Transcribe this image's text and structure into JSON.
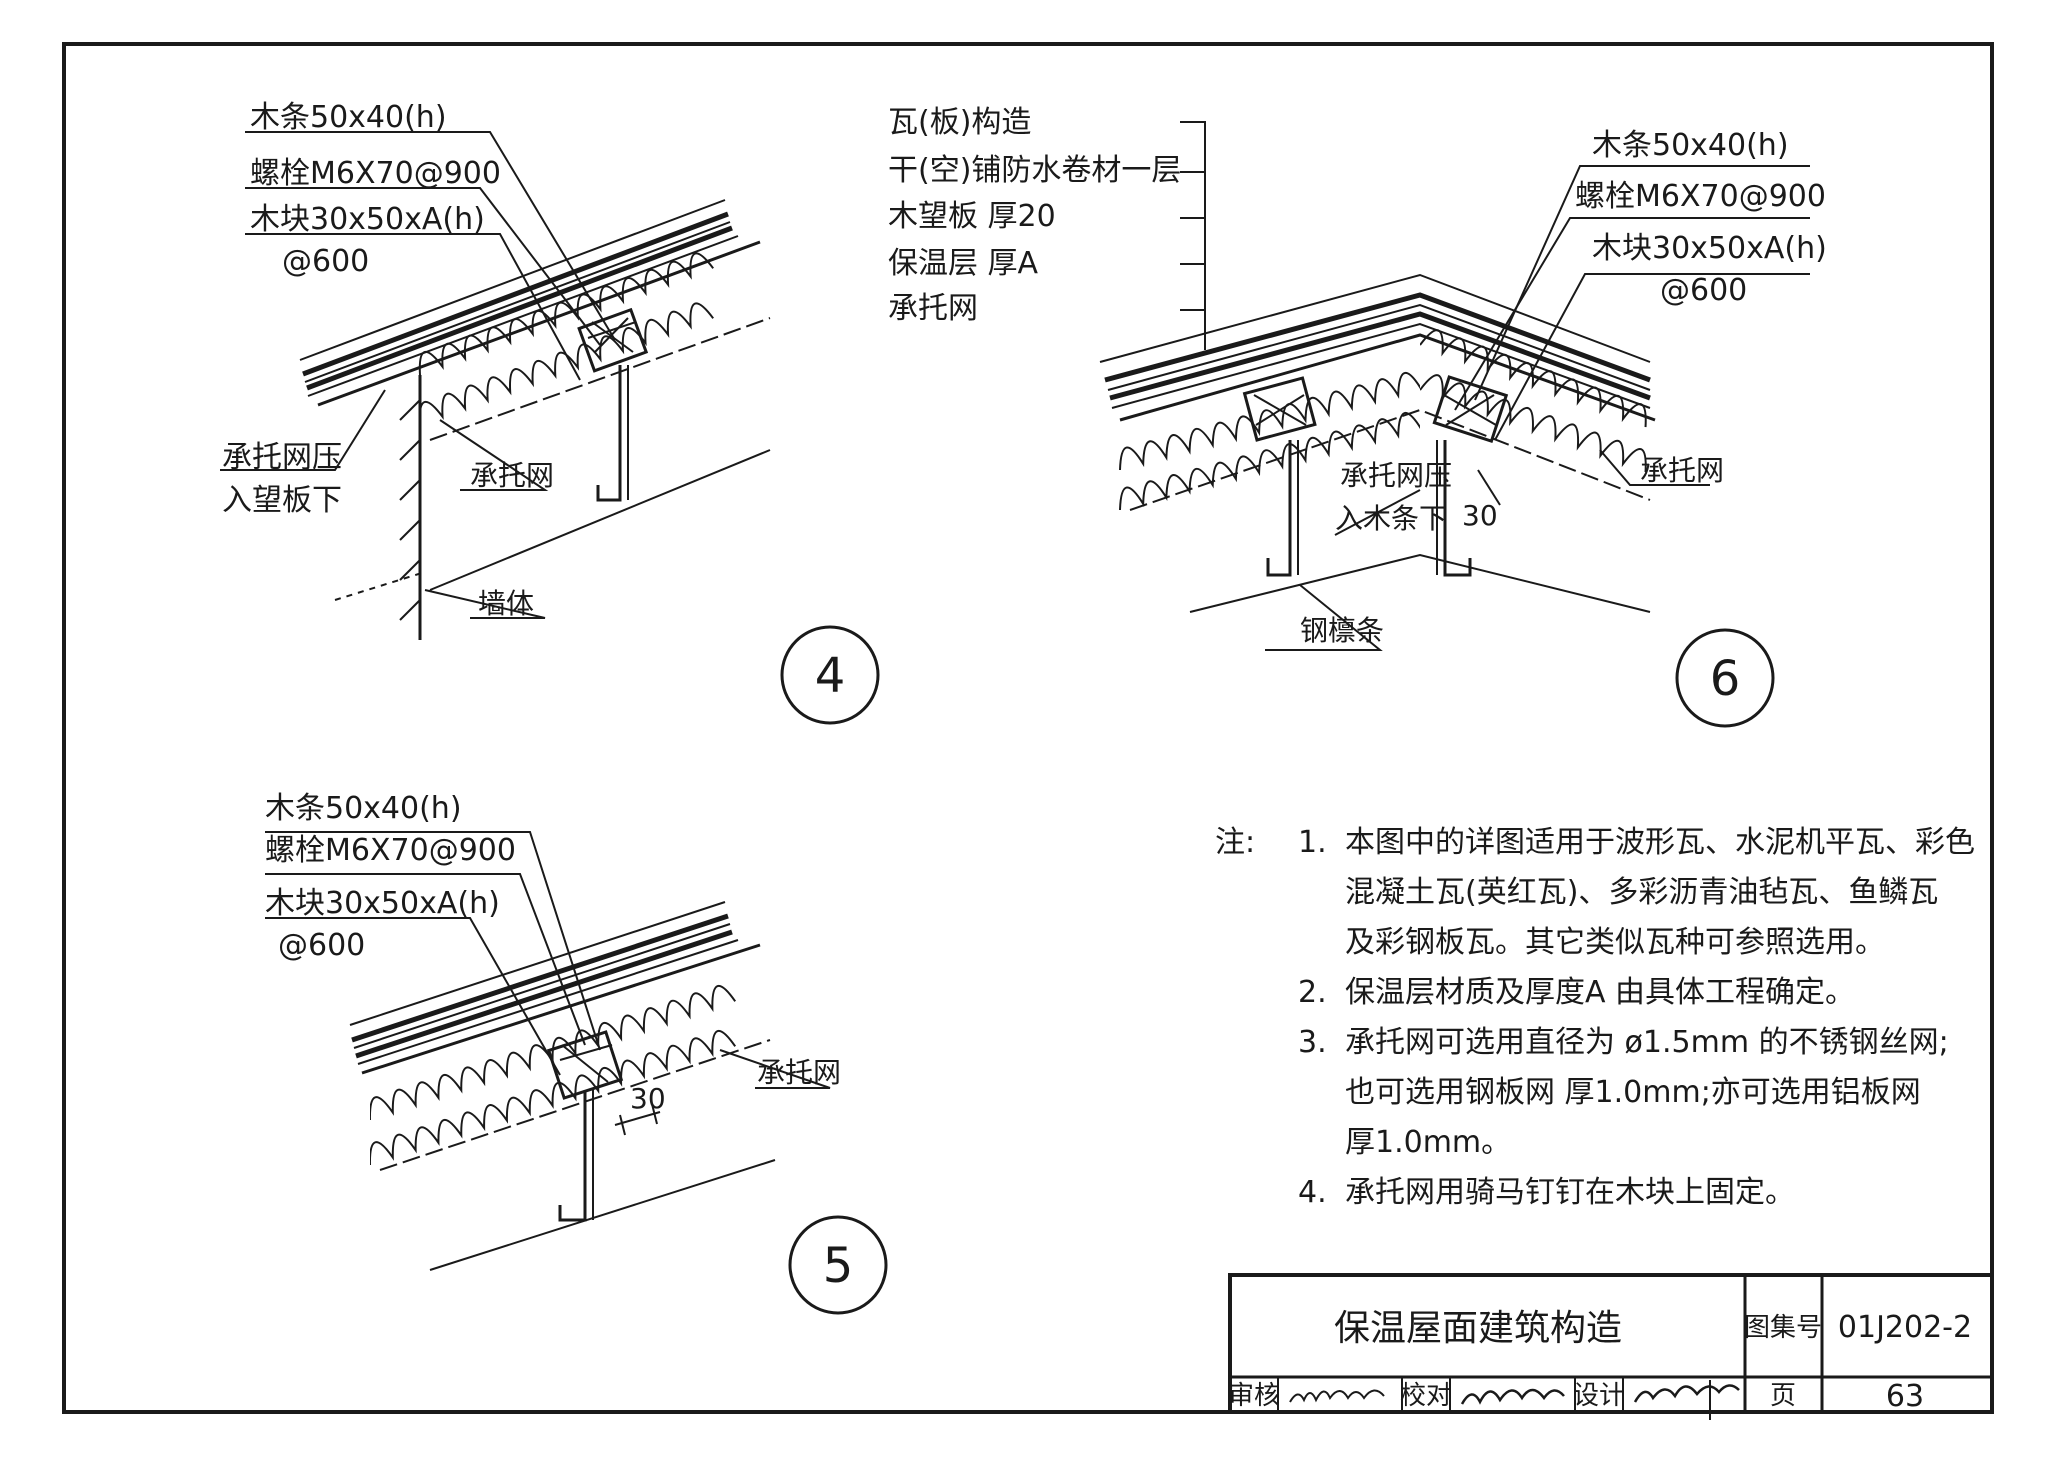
{
  "detail4": {
    "number": "4",
    "labels": {
      "batten": "木条50x40(h)",
      "bolt": "螺栓M6X70@900",
      "block": "木块30x50xA(h)",
      "block_spacing": "@600",
      "mesh_under_board_1": "承托网压",
      "mesh_under_board_2": "入望板下",
      "mesh": "承托网",
      "wall": "墙体"
    }
  },
  "detail5": {
    "number": "5",
    "labels": {
      "batten": "木条50x40(h)",
      "bolt": "螺栓M6X70@900",
      "block": "木块30x50xA(h)",
      "block_spacing": "@600",
      "mesh": "承托网",
      "dim": "30"
    }
  },
  "detail6": {
    "number": "6",
    "layers": [
      "瓦(板)构造",
      "干(空)铺防水卷材一层",
      "木望板 厚20",
      "保温层 厚A",
      "承托网"
    ],
    "labels": {
      "batten": "木条50x40(h)",
      "bolt": "螺栓M6X70@900",
      "block": "木块30x50xA(h)",
      "block_spacing": "@600",
      "mesh": "承托网",
      "mesh_under_batten_1": "承托网压",
      "mesh_under_batten_2": "入木条下",
      "dim": "30",
      "purlin": "钢檩条"
    }
  },
  "notes": {
    "heading": "注:",
    "items": [
      {
        "n": "1.",
        "lines": [
          "本图中的详图适用于波形瓦、水泥机平瓦、彩色",
          "混凝土瓦(英红瓦)、多彩沥青油毡瓦、鱼鳞瓦",
          "及彩钢板瓦。其它类似瓦种可参照选用。"
        ]
      },
      {
        "n": "2.",
        "lines": [
          "保温层材质及厚度A 由具体工程确定。"
        ]
      },
      {
        "n": "3.",
        "lines": [
          "承托网可选用直径为 ø1.5mm 的不锈钢丝网;",
          "也可选用钢板网 厚1.0mm;亦可选用铝板网",
          "厚1.0mm。"
        ]
      },
      {
        "n": "4.",
        "lines": [
          "承托网用骑马钉钉在木块上固定。"
        ]
      }
    ]
  },
  "title_block": {
    "title": "保温屋面建筑构造",
    "atlas_label": "图集号",
    "atlas_no": "01J202-2",
    "review_label": "审核",
    "check_label": "校对",
    "design_label": "设计",
    "page_label": "页",
    "page_no": "63"
  }
}
